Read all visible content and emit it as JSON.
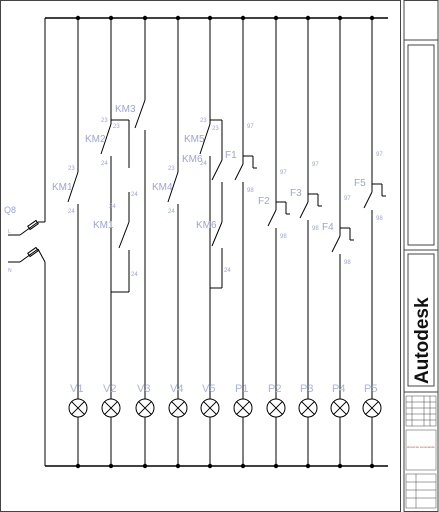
{
  "diagram": {
    "supply_label": "Q8",
    "supply_terminals": [
      "L",
      "N"
    ],
    "contacts": [
      {
        "label": "KM1",
        "upper": "23",
        "lower": "24"
      },
      {
        "label": "KM2",
        "upper": "23",
        "lower": "24"
      },
      {
        "label": "KM3",
        "upper": "23",
        "lower": "24"
      },
      {
        "label": "KM4",
        "upper": "23",
        "lower": "24"
      },
      {
        "label": "KM5",
        "upper": "23",
        "lower": "24"
      },
      {
        "label": "KM6",
        "upper": "23",
        "lower": "24"
      },
      {
        "label": "KM1",
        "upper": "23",
        "lower": "24"
      },
      {
        "label": "KM6",
        "upper": "23",
        "lower": "24"
      }
    ],
    "relays": [
      {
        "label": "F1",
        "upper": "97",
        "lower": "98"
      },
      {
        "label": "F2",
        "upper": "97",
        "lower": "98"
      },
      {
        "label": "F3",
        "upper": "97",
        "lower": "98"
      },
      {
        "label": "F4",
        "upper": "97",
        "lower": "98"
      },
      {
        "label": "F5",
        "upper": "97",
        "lower": "98"
      }
    ],
    "lamps": [
      "V1",
      "V2",
      "V3",
      "V4",
      "V5",
      "P1",
      "P2",
      "P3",
      "P4",
      "P5"
    ]
  },
  "title_block": {
    "brand": "Autodesk",
    "note": "circuit de commande"
  },
  "colors": {
    "line": "#000000",
    "label": "#9aa4d8",
    "lamp_label": "#a8b4e6",
    "red_text": "#d04040",
    "frame": "#333333"
  }
}
